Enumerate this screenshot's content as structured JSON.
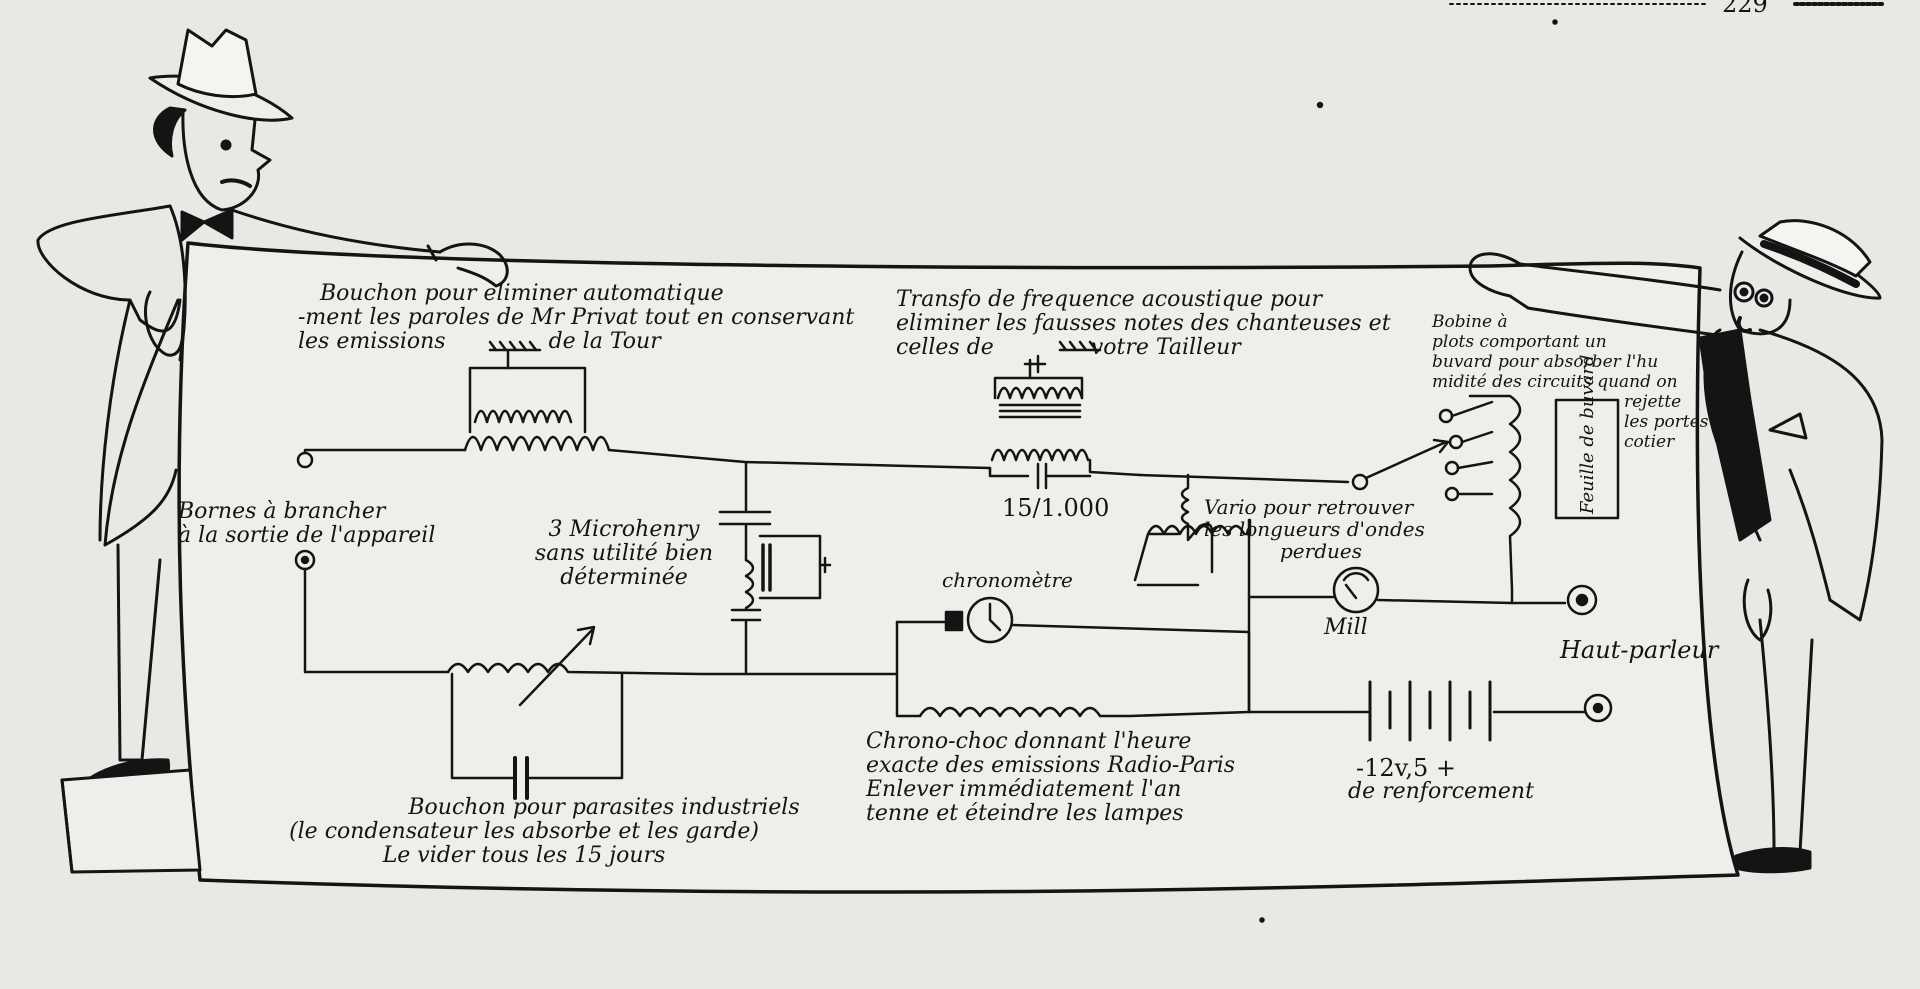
{
  "page_number": "229",
  "labels": {
    "bouchon_parole": [
      "Bouchon pour eliminer automatique",
      "-ment les paroles de Mr Privat tout en conservant",
      "les emissions",
      "de la Tour"
    ],
    "transfo": [
      "Transfo de frequence acoustique pour",
      "eliminer les fausses notes des chanteuses et",
      "celles de",
      "votre Tailleur"
    ],
    "bobine": [
      "Bobine à",
      "plots comportant un",
      "buvard pour absorber l'hu",
      "midité des circuits quand on",
      "rejette",
      "les portes",
      "cotier"
    ],
    "feuille_buvard": "Feuille de buvard",
    "bornes": [
      "Bornes à brancher",
      "à la sortie de l'appareil"
    ],
    "microhenry": [
      "3 Microhenry",
      "sans utilité bien",
      "déterminée"
    ],
    "ratio": "15/1.000",
    "vario": [
      "Vario pour retrouver",
      "les longueurs d'ondes",
      "perdues"
    ],
    "chronometre": "chronomètre",
    "mill": "Mill",
    "haut_parleur": "Haut-parleur",
    "chrono_choc": [
      "Chrono-choc donnant l'heure",
      "exacte des emissions Radio-Paris",
      "Enlever immédiatement l'an",
      "tenne et éteindre les lampes"
    ],
    "bouchon_parasites": [
      "Bouchon pour parasites industriels",
      "(le condensateur les absorbe et les garde)",
      "Le vider tous les 15 jours"
    ],
    "batterie": [
      "-12v,5 +",
      "de renforcement"
    ]
  }
}
